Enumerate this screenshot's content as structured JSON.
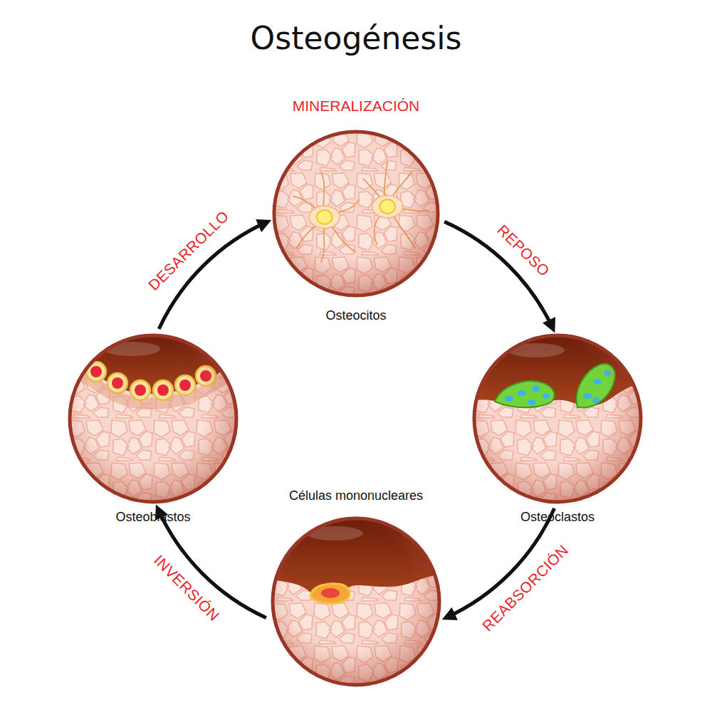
{
  "diagram": {
    "title": "Osteogénesis",
    "nodes": [
      {
        "text": [
          "MINERALIZACIÓN",
          "Osteocitos"
        ]
      },
      {
        "text": [
          "Osteoblastos"
        ]
      },
      {
        "text": [
          "Osteoclastos"
        ]
      },
      {
        "text": [
          "Células mononucleares"
        ]
      }
    ],
    "edges": [
      {
        "from": 1,
        "to": 0,
        "arrow": "to",
        "label": "DESARROLLO"
      },
      {
        "from": 0,
        "to": 2,
        "arrow": "to",
        "label": "REPOSO"
      },
      {
        "from": 2,
        "to": 3,
        "arrow": "to",
        "label": "REABSORCIÓN"
      },
      {
        "from": 3,
        "to": 1,
        "arrow": "to",
        "label": "INVERSIÓN"
      }
    ]
  }
}
